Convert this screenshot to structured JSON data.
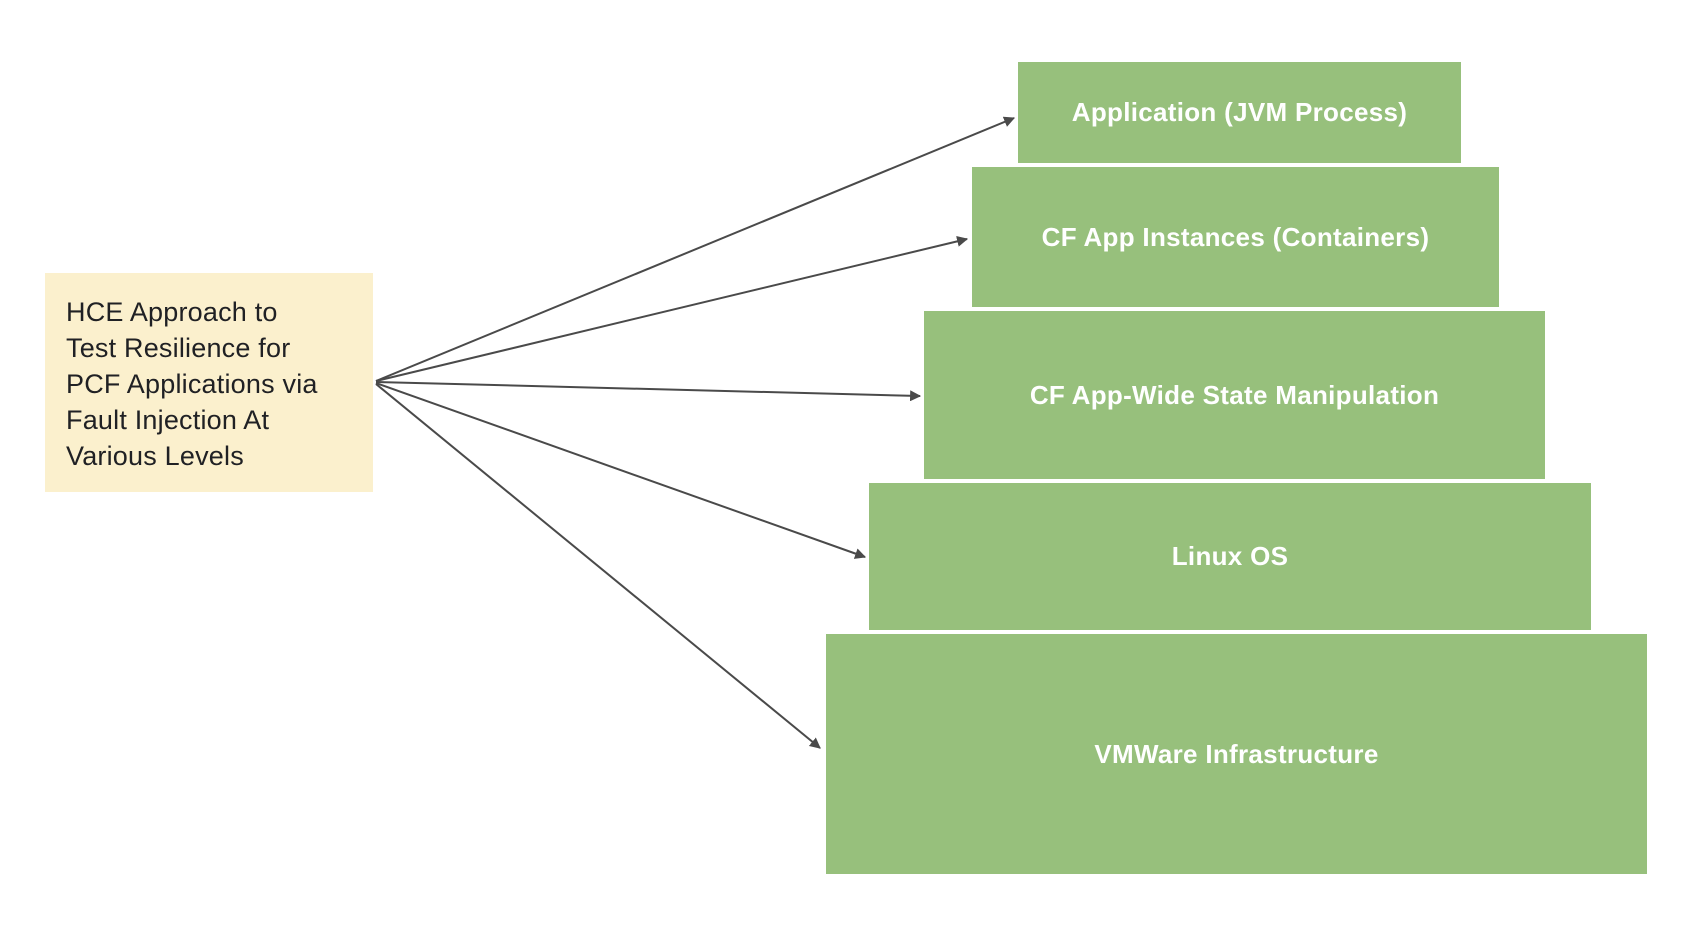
{
  "diagram": {
    "source_box": {
      "text": "HCE Approach to Test Resilience for PCF Applications via Fault Injection At Various Levels",
      "lines": [
        "HCE Approach to",
        "Test Resilience for",
        "PCF Applications via",
        "Fault Injection At",
        "Various Levels"
      ],
      "bg_color": "#fbf0cd",
      "text_color": "#202124"
    },
    "levels": [
      {
        "label": "Application (JVM Process)"
      },
      {
        "label": "CF App Instances (Containers)"
      },
      {
        "label": "CF App-Wide State Manipulation"
      },
      {
        "label": "Linux OS"
      },
      {
        "label": "VMWare Infrastructure"
      }
    ],
    "colors": {
      "level_bg": "#97c07c",
      "level_text": "#ffffff",
      "arrow": "#4a4a4a",
      "background": "#ffffff"
    }
  }
}
